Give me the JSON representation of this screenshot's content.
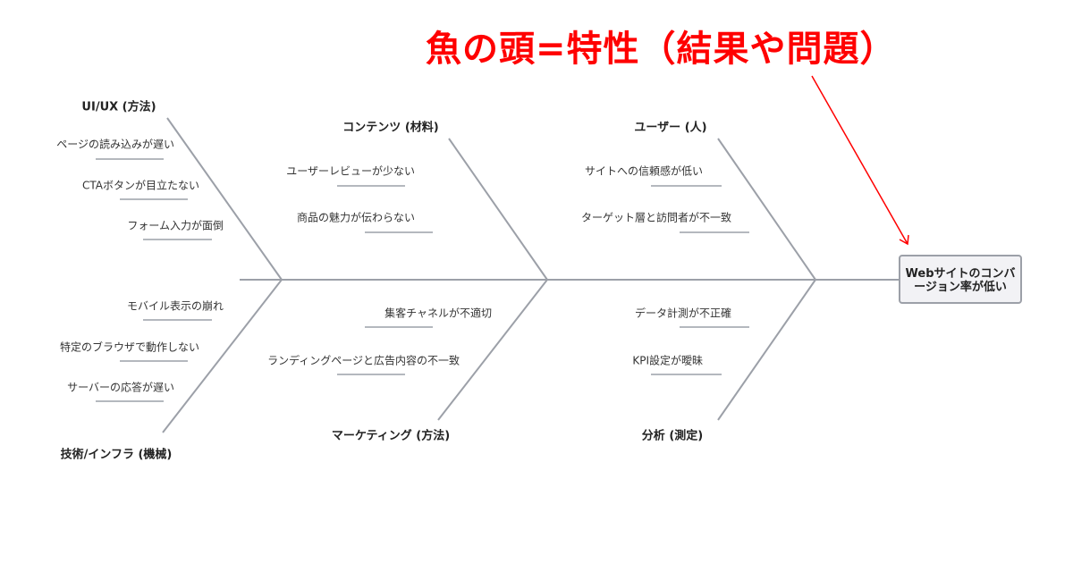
{
  "title": "魚の頭=特性（結果や問題）",
  "head": "Webサイトのコンバージョン率が低い",
  "colors": {
    "bone": "#9ca0a8",
    "annotation": "#ff0000"
  },
  "categories": [
    {
      "label": "UI/UX (方法)",
      "causes": [
        "ページの読み込みが遅い",
        "CTAボタンが目立たない",
        "フォーム入力が面倒"
      ]
    },
    {
      "label": "コンテンツ (材料)",
      "causes": [
        "ユーザーレビューが少ない",
        "商品の魅力が伝わらない"
      ]
    },
    {
      "label": "ユーザー (人)",
      "causes": [
        "サイトへの信頼感が低い",
        "ターゲット層と訪問者が不一致"
      ]
    },
    {
      "label": "技術/インフラ (機械)",
      "causes": [
        "モバイル表示の崩れ",
        "特定のブラウザで動作しない",
        "サーバーの応答が遅い"
      ]
    },
    {
      "label": "マーケティング (方法)",
      "causes": [
        "集客チャネルが不適切",
        "ランディングページと広告内容の不一致"
      ]
    },
    {
      "label": "分析 (測定)",
      "causes": [
        "データ計測が不正確",
        "KPI設定が曖昧"
      ]
    }
  ]
}
